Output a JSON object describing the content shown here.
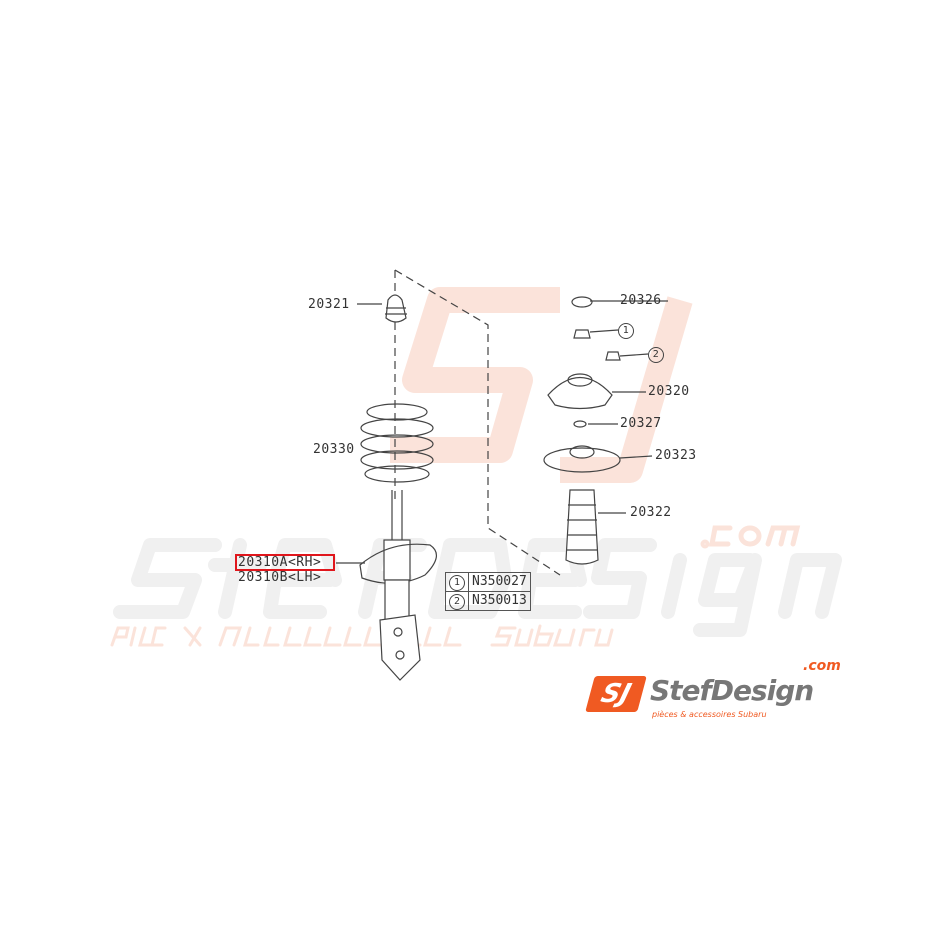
{
  "diagram": {
    "parts": [
      {
        "id": "20321"
      },
      {
        "id": "20330"
      },
      {
        "id": "20310A<RH>"
      },
      {
        "id": "20310B<LH>"
      },
      {
        "id": "20326"
      },
      {
        "id": "20320"
      },
      {
        "id": "20327"
      },
      {
        "id": "20323"
      },
      {
        "id": "20322"
      }
    ],
    "callouts": [
      {
        "mark": "1",
        "part": "N350027"
      },
      {
        "mark": "2",
        "part": "N350013"
      }
    ],
    "highlighted_part": "20310A<RH>",
    "highlight_color": "#e0161c"
  },
  "watermark": {
    "brand": "StefDesign",
    "domain": ".com",
    "tagline": "pièces & accessoires Subaru",
    "logo_mark": "SJ",
    "color": "#f4b8a4"
  },
  "logo": {
    "mark": "SJ",
    "brand": "StefDesign",
    "domain": ".com",
    "tagline": "pièces & accessoires Subaru",
    "accent": "#f05a22"
  }
}
